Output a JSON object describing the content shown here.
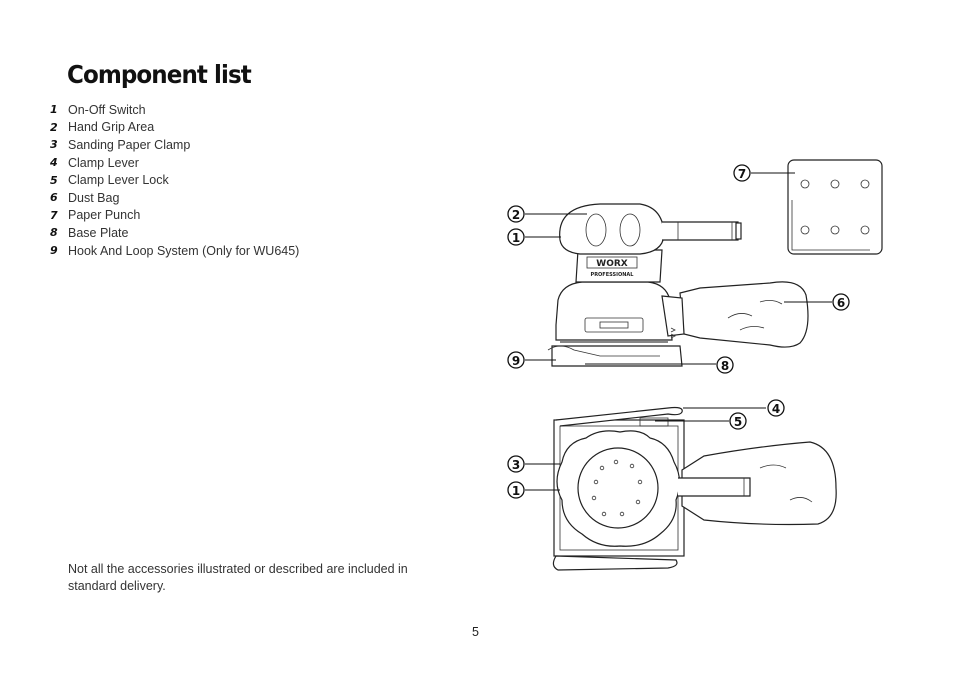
{
  "title": "Component list",
  "components": [
    {
      "num": "1",
      "label": "On-Off Switch"
    },
    {
      "num": "2",
      "label": "Hand Grip Area"
    },
    {
      "num": "3",
      "label": "Sanding Paper Clamp"
    },
    {
      "num": "4",
      "label": "Clamp Lever"
    },
    {
      "num": "5",
      "label": "Clamp Lever Lock"
    },
    {
      "num": "6",
      "label": "Dust Bag"
    },
    {
      "num": "7",
      "label": "Paper Punch"
    },
    {
      "num": "8",
      "label": "Base Plate"
    },
    {
      "num": "9",
      "label": "Hook And Loop System (Only for WU645)"
    }
  ],
  "note": "Not all the accessories illustrated or described are included in standard delivery.",
  "page_number": "5",
  "figure": {
    "brand_logo": "WORX",
    "brand_sub": "PROFESSIONAL",
    "callouts": [
      "7",
      "2",
      "1",
      "6",
      "9",
      "8",
      "4",
      "5",
      "3",
      "1"
    ]
  }
}
